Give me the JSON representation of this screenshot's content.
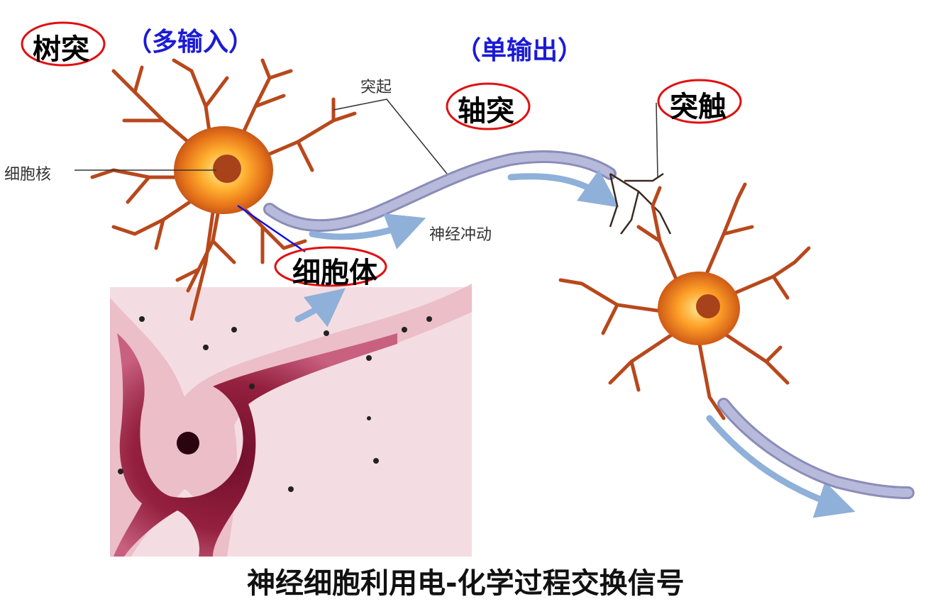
{
  "labels": {
    "dendrite": "树突",
    "multi_input": "（多输入）",
    "single_output": "（单输出）",
    "axon": "轴突",
    "synapse": "突触",
    "process": "突起",
    "nucleus": "细胞核",
    "impulse": "神经冲动",
    "soma": "细胞体"
  },
  "caption": "神经细胞利用电-化学过程交换信号",
  "colors": {
    "highlight_oval": "#e01010",
    "blue_text": "#1a1ad6",
    "blue_line": "#1010e0",
    "neuron_body": "#f08a20",
    "neuron_core": "#ffe070",
    "dendrite": "#b8481c",
    "axon_segment": "#9a9cc8",
    "impulse_arrow": "#8fb0d8",
    "micrograph_bg": "#f2d6dc",
    "micrograph_cell": "#8a1c38"
  }
}
